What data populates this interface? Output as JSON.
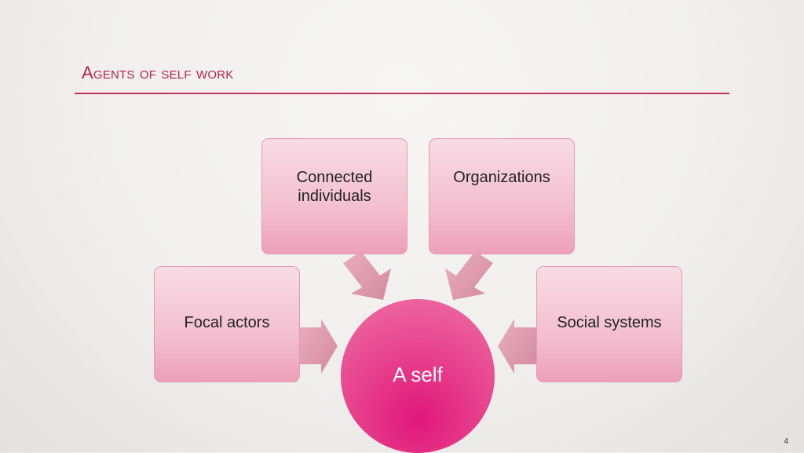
{
  "slide": {
    "title": "Agents of self work",
    "page_number": "4"
  },
  "diagram": {
    "center": {
      "label": "A self"
    },
    "nodes": [
      {
        "id": "connected",
        "label": "Connected\nindividuals"
      },
      {
        "id": "organizations",
        "label": "Organizations"
      },
      {
        "id": "focal",
        "label": "Focal actors"
      },
      {
        "id": "social",
        "label": "Social systems"
      }
    ]
  },
  "colors": {
    "accent": "#c8325a",
    "box_fill_top": "#f8dbe5",
    "box_fill_bottom": "#ed9fba",
    "arrow": "#dd93a6",
    "center_fill": "#e0177a"
  }
}
